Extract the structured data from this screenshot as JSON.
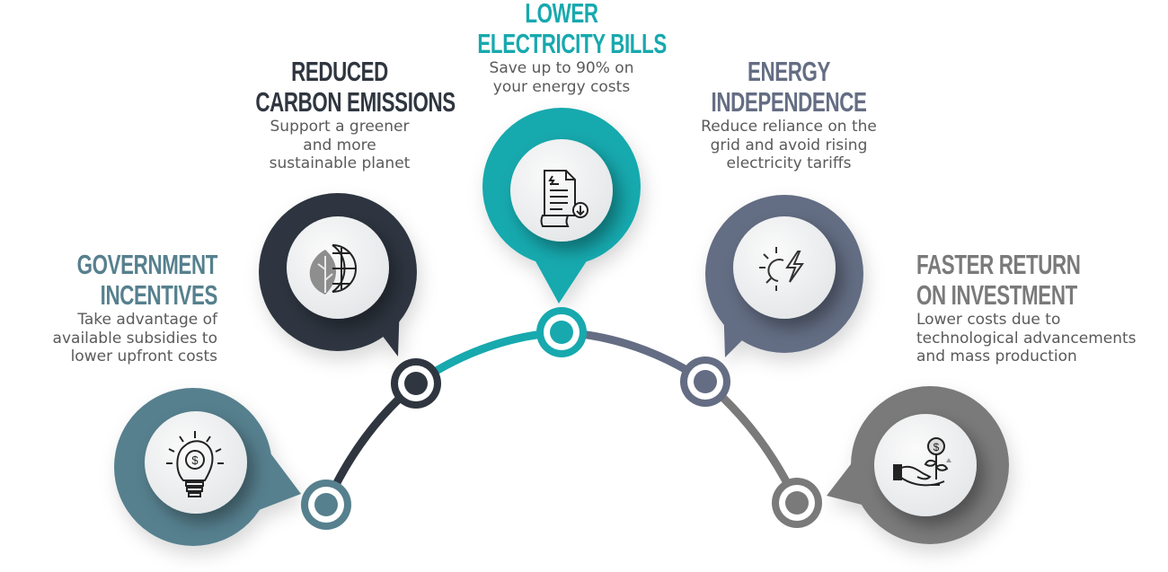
{
  "colors": {
    "incentives": "#56808e",
    "carbon": "#2f3640",
    "bills": "#17a9ae",
    "independence": "#646d83",
    "roi": "#7a7a7a"
  },
  "items": [
    {
      "title_lines": [
        "GOVERNMENT",
        "INCENTIVES"
      ],
      "desc_lines": [
        "Take advantage of",
        "available subsidies to",
        "lower upfront costs"
      ],
      "icon": "lightbulb-dollar-gear-icon"
    },
    {
      "title_lines": [
        "REDUCED",
        "CARBON EMISSIONS"
      ],
      "desc_lines": [
        "Support a greener",
        "and more",
        "sustainable planet"
      ],
      "icon": "leaf-globe-icon"
    },
    {
      "title_lines": [
        "LOWER",
        "ELECTRICITY BILLS"
      ],
      "desc_lines": [
        "Save up to 90% on",
        "your energy costs"
      ],
      "icon": "electricity-bill-document-icon"
    },
    {
      "title_lines": [
        "ENERGY",
        "INDEPENDENCE"
      ],
      "desc_lines": [
        "Reduce reliance on the",
        "grid and avoid rising",
        "electricity tariffs"
      ],
      "icon": "sun-lightning-icon"
    },
    {
      "title_lines": [
        "FASTER RETURN",
        "ON INVESTMENT"
      ],
      "desc_lines": [
        "Lower costs due to",
        "technological advancements",
        "and mass production"
      ],
      "icon": "hand-money-plant-icon"
    }
  ]
}
